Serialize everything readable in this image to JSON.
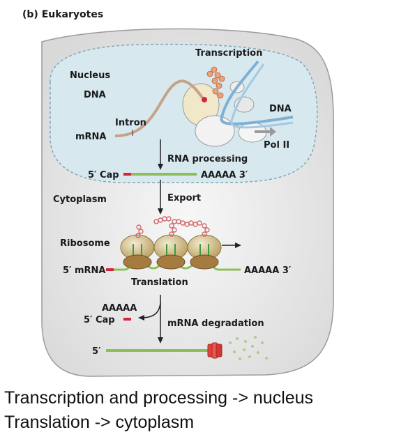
{
  "header": "(b) Eukaryotes",
  "labels": {
    "nucleus": "Nucleus",
    "dna_left": "DNA",
    "transcription": "Transcription",
    "dna_right": "DNA",
    "intron": "Intron",
    "mrna": "mRNA",
    "pol_ii": "Pol II",
    "rna_processing": "RNA processing",
    "five_cap": "5′ Cap",
    "poly_a_1": "AAAAA 3′",
    "cytoplasm": "Cytoplasm",
    "export": "Export",
    "ribosome": "Ribosome",
    "five_mrna": "5′ mRNA",
    "poly_a_2": "AAAAA 3′",
    "translation": "Translation",
    "aaaaa": "AAAAA",
    "five_cap_2": "5′ Cap",
    "mrna_degradation": "mRNA degradation",
    "five_prime": "5′"
  },
  "captions": [
    "Transcription and processing -> nucleus",
    "Translation -> cytoplasm"
  ],
  "colors": {
    "cell_fill": "#ececec",
    "nucleus_fill": "#d7e9ef",
    "mrna": "#8cbf5a",
    "cap": "#d6223a",
    "protein": "#e28a8a",
    "ribosome": "#e6d7a6"
  }
}
